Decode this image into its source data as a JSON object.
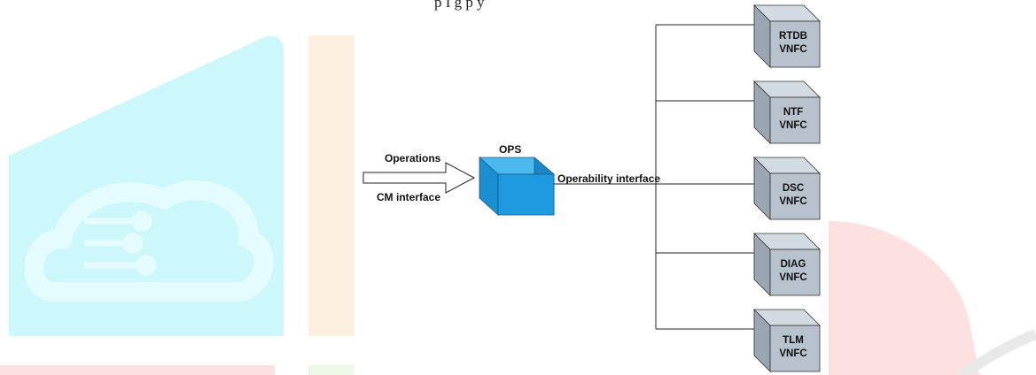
{
  "header_fragment": "p       I                      g     p        y",
  "diagram": {
    "input_top_label": "Operations",
    "input_bottom_label": "CM interface",
    "ops_label": "OPS",
    "bus_label": "Operability interface",
    "vnfcs": [
      {
        "name": "RTDB",
        "type": "VNFC"
      },
      {
        "name": "NTF",
        "type": "VNFC"
      },
      {
        "name": "DSC",
        "type": "VNFC"
      },
      {
        "name": "DIAG",
        "type": "VNFC"
      },
      {
        "name": "TLM",
        "type": "VNFC"
      }
    ]
  },
  "colors": {
    "ops_front": "#1e9be0",
    "ops_top": "#4db8ee",
    "ops_side": "#1b86c4",
    "vnfc_front": "#b7c2cc",
    "vnfc_top": "#d3dbe2",
    "vnfc_side": "#9aa6b1",
    "watermark_cyan": "#cdf8fb",
    "watermark_orange": "#fdf0e0",
    "watermark_red": "#fde0e0",
    "watermark_green": "#eef8e6"
  }
}
